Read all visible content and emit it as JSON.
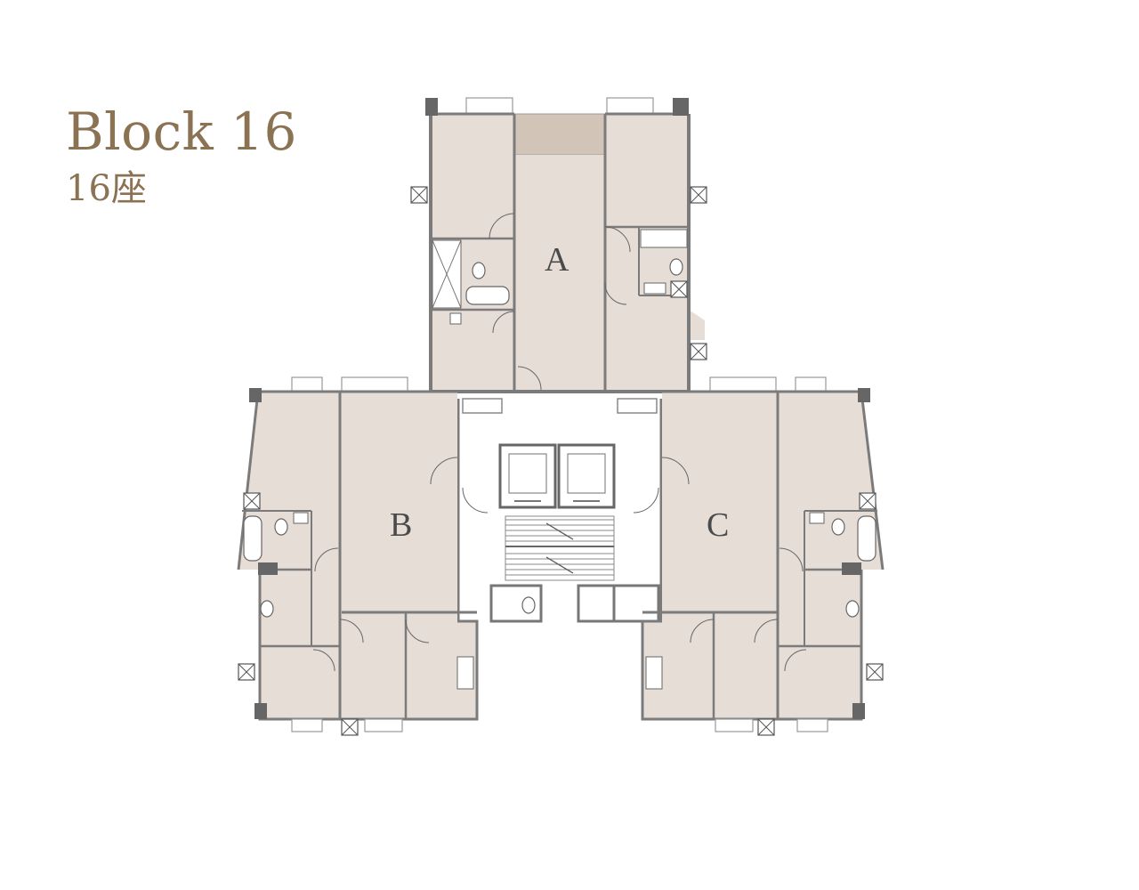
{
  "title": {
    "en": "Block 16",
    "zh": "16座"
  },
  "units": [
    {
      "id": "A",
      "label": "A"
    },
    {
      "id": "B",
      "label": "B"
    },
    {
      "id": "C",
      "label": "C"
    }
  ],
  "colors": {
    "title": "#8a7253",
    "room_fill": "#e6ddd7",
    "balcony_fill": "#d2c4b7",
    "wall": "#7b7b7b",
    "core": "#ffffff"
  }
}
